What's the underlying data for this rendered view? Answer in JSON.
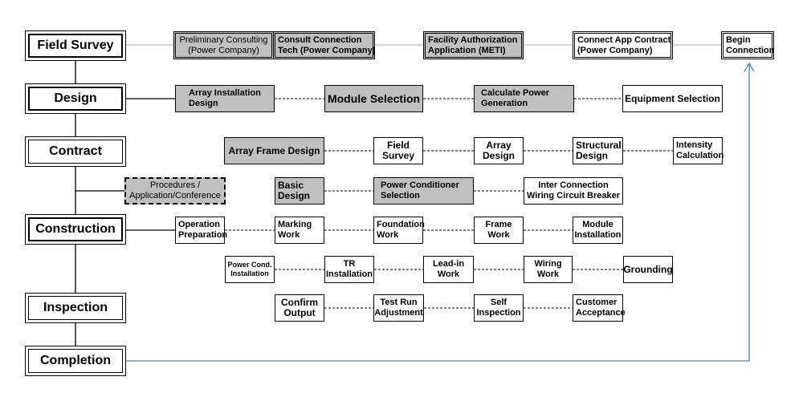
{
  "phases": {
    "field_survey": "Field Survey",
    "design": "Design",
    "contract": "Contract",
    "construction": "Construction",
    "inspection": "Inspection",
    "completion": "Completion"
  },
  "field_survey_row": {
    "prelim": [
      "Preliminary Consulting",
      "(Power Company)"
    ],
    "consult": [
      "Consult Connection",
      "Tech (Power Company)"
    ],
    "facility": [
      "Facility Authorization",
      "Application (METI)"
    ],
    "connect_app": [
      "Connect App Contract",
      "(Power Company)"
    ],
    "begin": [
      "Begin",
      "Connection"
    ]
  },
  "design_row": {
    "array_install": [
      "Array Installation",
      "Design"
    ],
    "module_sel": [
      "Module Selection"
    ],
    "calc_power": [
      "Calculate Power",
      "Generation"
    ],
    "equipment": [
      "Equipment Selection"
    ]
  },
  "contract_row": {
    "array_frame": [
      "Array Frame Design"
    ],
    "field_survey": [
      "Field",
      "Survey"
    ],
    "array_design": [
      "Array",
      "Design"
    ],
    "structural": [
      "Structural",
      "Design"
    ],
    "intensity": [
      "Intensity",
      "Calculation"
    ]
  },
  "procedures_row": {
    "procedures": [
      "Procedures /",
      "Application/Conference"
    ],
    "basic": [
      "Basic",
      "Design"
    ],
    "power_cond": [
      "Power Conditioner",
      "Selection"
    ],
    "inter_conn": [
      "Inter Connection",
      "Wiring Circuit Breaker"
    ]
  },
  "construction_row": {
    "operation": [
      "Operation",
      "Preparation"
    ],
    "marking": [
      "Marking",
      "Work"
    ],
    "foundation": [
      "Foundation",
      "Work"
    ],
    "frame": [
      "Frame",
      "Work"
    ],
    "module_inst": [
      "Module",
      "Installation"
    ]
  },
  "install_row": {
    "power_cond_inst": [
      "Power Cond.",
      "Installation"
    ],
    "tr": [
      "TR",
      "Installation"
    ],
    "lead_in": [
      "Lead-in",
      "Work"
    ],
    "wiring": [
      "Wiring",
      "Work"
    ],
    "grounding": [
      "Grounding"
    ]
  },
  "inspection_row": {
    "confirm": [
      "Confirm",
      "Output"
    ],
    "test_run": [
      "Test Run",
      "Adjustment"
    ],
    "self_insp": [
      "Self",
      "Inspection"
    ],
    "customer": [
      "Customer",
      "Acceptance"
    ]
  },
  "colors": {
    "gray_fill": "#c0c0c0",
    "arrow_blue": "#4f81bd",
    "line_gray": "#a6a6a6"
  }
}
